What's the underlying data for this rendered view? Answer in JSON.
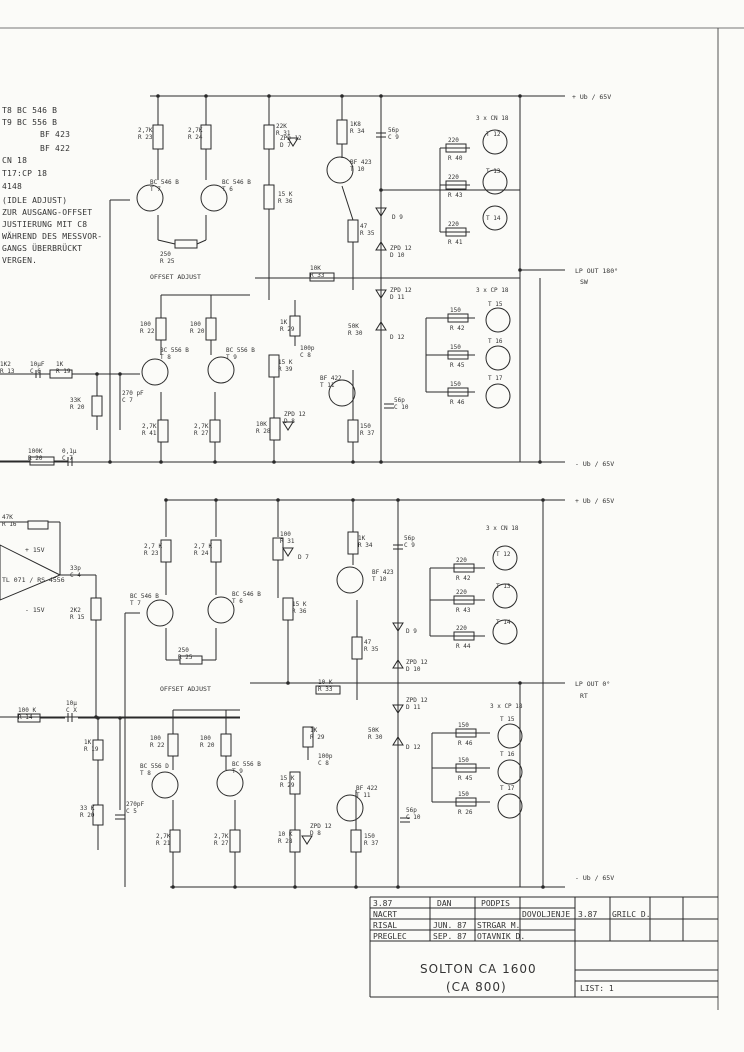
{
  "notes": [
    "T8  BC 546 B",
    "T9 BC 556 B",
    "BF 423",
    "BF 422",
    "CN 18",
    "T17:CP 18",
    "4148",
    "(IDLE ADJUST)",
    "ZUR AUSGANG-OFFSET",
    "JUSTIERUNG MIT C8",
    "WÄHREND DES MESSVOR-",
    "GANGS ÜBERBRÜCKT",
    "VERGEN."
  ],
  "rails": {
    "top_pos": "+ Ub / 65V",
    "top_neg": "- Ub / 65V",
    "bottom_pos": "+ Ub / 65V",
    "bottom_neg": "- Ub / 65V",
    "lp_out_top": "LP OUT 180°",
    "sw": "SW",
    "lp_out_bottom": "LP OUT 0°",
    "rt": "RT"
  },
  "labels": {
    "offset_adjust_top": "OFFSET ADJUST",
    "offset_adjust_bottom": "OFFSET ADJUST",
    "opamp": "TL 071 / RS 4556",
    "opamp_pos": "+ 15V",
    "opamp_neg": "- 15V"
  },
  "top_components": [
    {
      "id": "r23",
      "val": "2,7K",
      "ref": "R 23"
    },
    {
      "id": "r24",
      "val": "2,7K",
      "ref": "R 24"
    },
    {
      "id": "r31",
      "val": "22K",
      "ref": "R 31"
    },
    {
      "id": "r34",
      "val": "1K8",
      "ref": "R 34"
    },
    {
      "id": "t10",
      "val": "BF 423",
      "ref": "T 10"
    },
    {
      "id": "c9",
      "val": "56p",
      "ref": "C 9"
    },
    {
      "id": "t7",
      "val": "BC 546 B",
      "ref": "T 7"
    },
    {
      "id": "t6",
      "val": "BC 546 B",
      "ref": "T 6"
    },
    {
      "id": "r36",
      "val": "15 K",
      "ref": "R 36"
    },
    {
      "id": "d7",
      "val": "ZPD 12",
      "ref": "D 7"
    },
    {
      "id": "r35",
      "val": "47",
      "ref": "R 35"
    },
    {
      "id": "d9",
      "val": "",
      "ref": "D 9"
    },
    {
      "id": "d10",
      "val": "ZPD 12",
      "ref": "D 10"
    },
    {
      "id": "r25",
      "val": "250",
      "ref": "R 25"
    },
    {
      "id": "r33",
      "val": "10K",
      "ref": "R 33"
    },
    {
      "id": "d11",
      "val": "ZPD 12",
      "ref": "D 11"
    },
    {
      "id": "d12",
      "val": "",
      "ref": "D 12"
    },
    {
      "id": "r22",
      "val": "100",
      "ref": "R 22"
    },
    {
      "id": "r20",
      "val": "100",
      "ref": "R 20"
    },
    {
      "id": "r29",
      "val": "1K",
      "ref": "R 29"
    },
    {
      "id": "r30",
      "val": "50K",
      "ref": "R 30"
    },
    {
      "id": "c8",
      "val": "100p",
      "ref": "C 8"
    },
    {
      "id": "t8",
      "val": "BC 556 B",
      "ref": "T 8"
    },
    {
      "id": "t9",
      "val": "BC 556 B",
      "ref": "T 9"
    },
    {
      "id": "t11",
      "val": "BF 422",
      "ref": "T 11"
    },
    {
      "id": "r39",
      "val": "15 K",
      "ref": "R 39"
    },
    {
      "id": "c10",
      "val": "56p",
      "ref": "C 10"
    },
    {
      "id": "r19",
      "val": "1K",
      "ref": "R 19"
    },
    {
      "id": "c6",
      "val": "10μF",
      "ref": "C 6"
    },
    {
      "id": "r13",
      "val": "1K2",
      "ref": "R 13"
    },
    {
      "id": "r20b",
      "val": "33K",
      "ref": "R 20"
    },
    {
      "id": "c7",
      "val": "270 pF",
      "ref": "C 7"
    },
    {
      "id": "r41",
      "val": "2,7K",
      "ref": "R 41"
    },
    {
      "id": "r27",
      "val": "2,7K",
      "ref": "R 27"
    },
    {
      "id": "r28",
      "val": "10K",
      "ref": "R 28"
    },
    {
      "id": "d8",
      "val": "ZPD 12",
      "ref": "D 8"
    },
    {
      "id": "r37",
      "val": "150",
      "ref": "R 37"
    },
    {
      "id": "rin",
      "val": "100K",
      "ref": "R 20"
    },
    {
      "id": "cin",
      "val": "0,1μ",
      "ref": "C 7"
    }
  ],
  "top_output": {
    "nmos_group": "3 x CN 18",
    "pmos_group": "3 x CP 18",
    "n_res": [
      {
        "val": "220",
        "ref": "R 40"
      },
      {
        "val": "220",
        "ref": "R 43"
      },
      {
        "val": "220",
        "ref": "R 41"
      }
    ],
    "p_res": [
      {
        "val": "150",
        "ref": "R 42"
      },
      {
        "val": "150",
        "ref": "R 45"
      },
      {
        "val": "150",
        "ref": "R 46"
      }
    ],
    "n_ref": [
      "T 12",
      "T 13",
      "T 14"
    ],
    "p_ref": [
      "T 15",
      "T 16",
      "T 17"
    ]
  },
  "bottom_components": [
    {
      "id": "b_r16",
      "val": "47K",
      "ref": "R 16"
    },
    {
      "id": "b_c4",
      "val": "33p",
      "ref": "C 4"
    },
    {
      "id": "b_r15",
      "val": "2K2",
      "ref": "R 15"
    },
    {
      "id": "b_r23",
      "val": "2,7 K",
      "ref": "R 23"
    },
    {
      "id": "b_r24",
      "val": "2,7 K",
      "ref": "R 24"
    },
    {
      "id": "b_r31",
      "val": "100",
      "ref": "R 31"
    },
    {
      "id": "b_d7",
      "val": "",
      "ref": "D 7"
    },
    {
      "id": "b_r34",
      "val": "1K",
      "ref": "R 34"
    },
    {
      "id": "b_c9",
      "val": "56p",
      "ref": "C 9"
    },
    {
      "id": "b_t10",
      "val": "BF 423",
      "ref": "T 10"
    },
    {
      "id": "b_t7",
      "val": "BC 546 B",
      "ref": "T 7"
    },
    {
      "id": "b_t6",
      "val": "BC 546 B",
      "ref": "T 6"
    },
    {
      "id": "b_r36",
      "val": "15 K",
      "ref": "R 36"
    },
    {
      "id": "b_d9",
      "val": "",
      "ref": "D 9"
    },
    {
      "id": "b_r35",
      "val": "47",
      "ref": "R 35"
    },
    {
      "id": "b_d10",
      "val": "ZPD 12",
      "ref": "D 10"
    },
    {
      "id": "b_r25",
      "val": "250",
      "ref": "R 25"
    },
    {
      "id": "b_r33",
      "val": "10 K",
      "ref": "R 33"
    },
    {
      "id": "b_d11",
      "val": "ZPD 12",
      "ref": "D 11"
    },
    {
      "id": "b_d12",
      "val": "",
      "ref": "D 12"
    },
    {
      "id": "b_r14",
      "val": "100 K",
      "ref": "R 14"
    },
    {
      "id": "b_cx",
      "val": "10μ",
      "ref": "C X"
    },
    {
      "id": "b_r19",
      "val": "1K",
      "ref": "R 19"
    },
    {
      "id": "b_r22",
      "val": "100",
      "ref": "R 22"
    },
    {
      "id": "b_r20",
      "val": "100",
      "ref": "R 20"
    },
    {
      "id": "b_r29",
      "val": "1K",
      "ref": "R 29"
    },
    {
      "id": "b_r30",
      "val": "50K",
      "ref": "R 30"
    },
    {
      "id": "b_c8",
      "val": "100p",
      "ref": "C 8"
    },
    {
      "id": "b_t8",
      "val": "BC 556 D",
      "ref": "T 8"
    },
    {
      "id": "b_t9",
      "val": "BC 556 B",
      "ref": "T 9"
    },
    {
      "id": "b_r29b",
      "val": "15 K",
      "ref": "R 29"
    },
    {
      "id": "b_t11",
      "val": "BF 422",
      "ref": "T 11"
    },
    {
      "id": "b_c10",
      "val": "56p",
      "ref": "C 10"
    },
    {
      "id": "b_r20b",
      "val": "33 K",
      "ref": "R 20"
    },
    {
      "id": "b_c5",
      "val": "270pF",
      "ref": "C 5"
    },
    {
      "id": "b_r21",
      "val": "2,7K",
      "ref": "R 21"
    },
    {
      "id": "b_r27",
      "val": "2,7K",
      "ref": "R 27"
    },
    {
      "id": "b_r28",
      "val": "10 K",
      "ref": "R 28"
    },
    {
      "id": "b_d8",
      "val": "ZPD 12",
      "ref": "D 8"
    },
    {
      "id": "b_r37",
      "val": "150",
      "ref": "R 37"
    }
  ],
  "bottom_output": {
    "nmos_group": "3 x CN 18",
    "pmos_group": "3 x CP 18",
    "n_res": [
      {
        "val": "220",
        "ref": "R 42"
      },
      {
        "val": "220",
        "ref": "R 43"
      },
      {
        "val": "220",
        "ref": "R 44"
      }
    ],
    "p_res": [
      {
        "val": "150",
        "ref": "R 46"
      },
      {
        "val": "150",
        "ref": "R 45"
      },
      {
        "val": "150",
        "ref": "R 26"
      }
    ],
    "n_ref": [
      "T 12",
      "T 13",
      "T 14"
    ],
    "p_ref": [
      "T 15",
      "T 16",
      "T 17"
    ]
  },
  "title_block": {
    "h_date": "3.87",
    "h_dan": "DAN",
    "h_podpis": "PODPIS",
    "r1_label": "NACRT",
    "r2_label": "RISAL",
    "r2_date": "JUN. 87",
    "r2_sign": "STRGAR M.",
    "r3_label": "PREGLEC",
    "r3_date": "SEP. 87",
    "r3_sign": "OTAVNIK D.",
    "doc_label": "DOVOLJENJE",
    "doc_date": "3.87",
    "doc_sign": "GRILC D.",
    "name_line1": "SOLTON  CA  1600",
    "name_line2": "(CA  800)",
    "sheet_label": "LIST:  1"
  }
}
